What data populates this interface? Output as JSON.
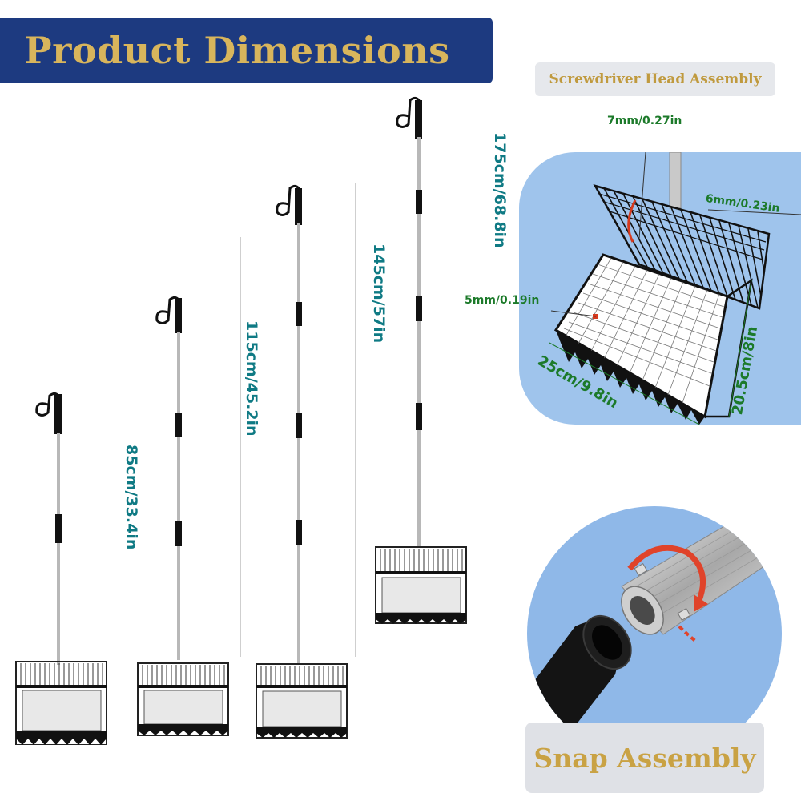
{
  "banner": {
    "title": "Product Dimensions"
  },
  "tools": [
    {
      "length_label": "85cm/33.4in"
    },
    {
      "length_label": "115cm/45.2in"
    },
    {
      "length_label": "145cm/57in"
    },
    {
      "length_label": "175cm/68.8in"
    }
  ],
  "head_assembly": {
    "title": "Screwdriver Head Assembly",
    "top_gap": "7mm/0.27in",
    "side_gap": "6mm/0.23in",
    "mesh_gap": "5mm/0.19in",
    "width": "25cm/9.8in",
    "depth": "20.5cm/8in"
  },
  "snap": {
    "title": "Snap Assembly"
  },
  "colors": {
    "banner": "#1d3a80",
    "gold": "#d8b55c",
    "teal_label": "#0f7a84",
    "green_label": "#1c7a2a",
    "panel_blue": "#9fc4ec"
  }
}
